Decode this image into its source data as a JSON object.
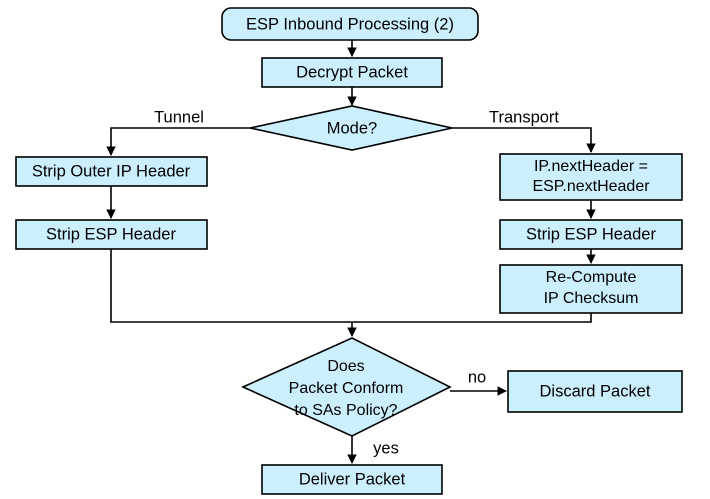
{
  "diagram": {
    "title": "ESP Inbound Processing (2)",
    "accent_fill": "#cceffd",
    "stroke_color": "#000000",
    "background": "#ffffff",
    "nodes": {
      "start": {
        "label": "ESP Inbound Processing (2)",
        "shape": "rounded-rectangle"
      },
      "decrypt": {
        "label": "Decrypt Packet",
        "shape": "rectangle"
      },
      "mode": {
        "label": "Mode?",
        "shape": "diamond"
      },
      "strip_outer_ip": {
        "label": "Strip Outer IP Header",
        "shape": "rectangle"
      },
      "strip_esp_tunnel": {
        "label": "Strip ESP Header",
        "shape": "rectangle"
      },
      "nextheader": {
        "label_line1": "IP.nextHeader =",
        "label_line2": "ESP.nextHeader",
        "shape": "rectangle"
      },
      "strip_esp_transport": {
        "label": "Strip ESP Header",
        "shape": "rectangle"
      },
      "recompute": {
        "label_line1": "Re-Compute",
        "label_line2": "IP Checksum",
        "shape": "rectangle"
      },
      "conform": {
        "label_line1": "Does",
        "label_line2": "Packet Conform",
        "label_line3": "to SAs Policy?",
        "shape": "diamond"
      },
      "discard": {
        "label": "Discard Packet",
        "shape": "rectangle"
      },
      "deliver": {
        "label": "Deliver Packet",
        "shape": "rectangle"
      }
    },
    "edge_labels": {
      "tunnel": "Tunnel",
      "transport": "Transport",
      "no": "no",
      "yes": "yes"
    }
  }
}
